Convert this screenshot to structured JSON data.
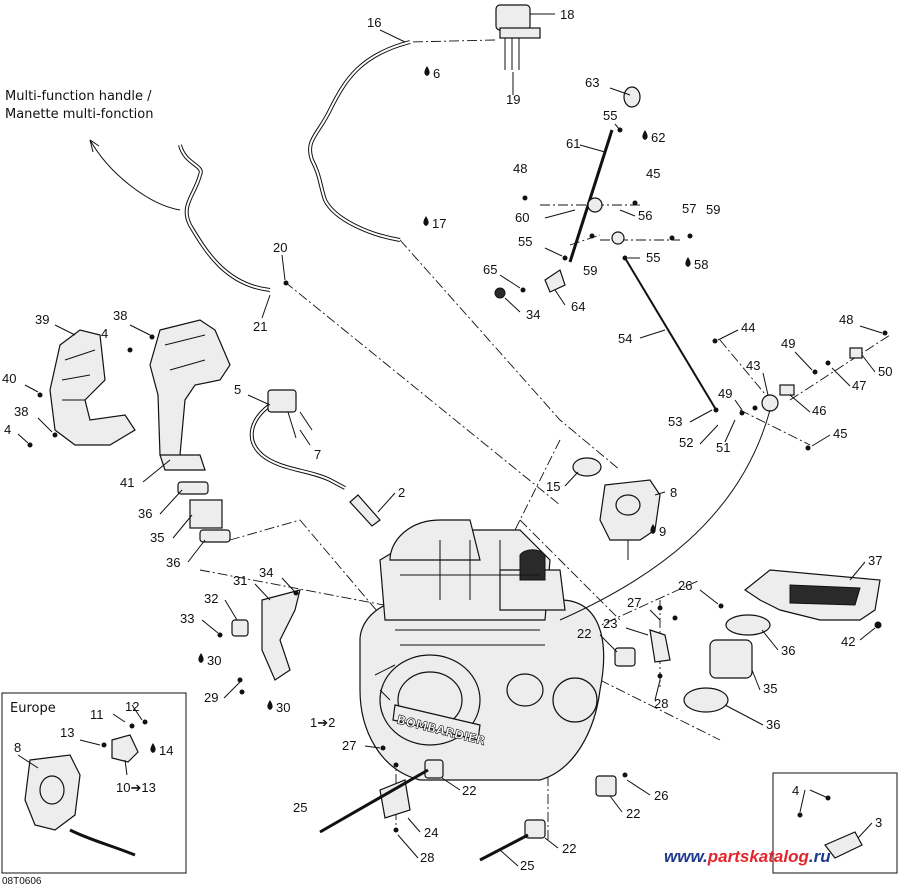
{
  "diagram": {
    "title_label_line1": "Multi-function handle /",
    "title_label_line2": "Manette multi-fonction",
    "inset_europe_title": "Europe",
    "drawing_code": "08T0606",
    "watermark_prefix": "www.",
    "watermark_brand": "partskatalog",
    "watermark_suffix": ".ru",
    "engine_brand": "BOMBARDIER",
    "callouts": [
      {
        "id": "c16",
        "text": "16"
      },
      {
        "id": "c18",
        "text": "18"
      },
      {
        "id": "c6",
        "text": "6"
      },
      {
        "id": "c19",
        "text": "19"
      },
      {
        "id": "c63",
        "text": "63"
      },
      {
        "id": "c55a",
        "text": "55"
      },
      {
        "id": "c62",
        "text": "62"
      },
      {
        "id": "c61",
        "text": "61"
      },
      {
        "id": "c48a",
        "text": "48"
      },
      {
        "id": "c45a",
        "text": "45"
      },
      {
        "id": "c60",
        "text": "60"
      },
      {
        "id": "c56",
        "text": "56"
      },
      {
        "id": "c57",
        "text": "57"
      },
      {
        "id": "c59a",
        "text": "59"
      },
      {
        "id": "c17",
        "text": "17"
      },
      {
        "id": "c55b",
        "text": "55"
      },
      {
        "id": "c59b",
        "text": "59"
      },
      {
        "id": "c55c",
        "text": "55"
      },
      {
        "id": "c58",
        "text": "58"
      },
      {
        "id": "c65",
        "text": "65"
      },
      {
        "id": "c64",
        "text": "64"
      },
      {
        "id": "c34a",
        "text": "34"
      },
      {
        "id": "c20",
        "text": "20"
      },
      {
        "id": "c21",
        "text": "21"
      },
      {
        "id": "c39",
        "text": "39"
      },
      {
        "id": "c38a",
        "text": "38"
      },
      {
        "id": "c4a",
        "text": "4"
      },
      {
        "id": "c40",
        "text": "40"
      },
      {
        "id": "c38b",
        "text": "38"
      },
      {
        "id": "c4b",
        "text": "4"
      },
      {
        "id": "c54",
        "text": "54"
      },
      {
        "id": "c44",
        "text": "44"
      },
      {
        "id": "c48b",
        "text": "48"
      },
      {
        "id": "c49a",
        "text": "49"
      },
      {
        "id": "c43",
        "text": "43"
      },
      {
        "id": "c50",
        "text": "50"
      },
      {
        "id": "c47",
        "text": "47"
      },
      {
        "id": "c49b",
        "text": "49"
      },
      {
        "id": "c53",
        "text": "53"
      },
      {
        "id": "c46",
        "text": "46"
      },
      {
        "id": "c52",
        "text": "52"
      },
      {
        "id": "c51",
        "text": "51"
      },
      {
        "id": "c45b",
        "text": "45"
      },
      {
        "id": "c5",
        "text": "5"
      },
      {
        "id": "c7",
        "text": "7"
      },
      {
        "id": "c15",
        "text": "15"
      },
      {
        "id": "c8a",
        "text": "8"
      },
      {
        "id": "c9",
        "text": "9"
      },
      {
        "id": "c41",
        "text": "41"
      },
      {
        "id": "c2",
        "text": "2"
      },
      {
        "id": "c36a",
        "text": "36"
      },
      {
        "id": "c35a",
        "text": "35"
      },
      {
        "id": "c36b",
        "text": "36"
      },
      {
        "id": "c37",
        "text": "37"
      },
      {
        "id": "c31",
        "text": "31"
      },
      {
        "id": "c34b",
        "text": "34"
      },
      {
        "id": "c32",
        "text": "32"
      },
      {
        "id": "c33",
        "text": "33"
      },
      {
        "id": "c26a",
        "text": "26"
      },
      {
        "id": "c27a",
        "text": "27"
      },
      {
        "id": "c42",
        "text": "42"
      },
      {
        "id": "c22a",
        "text": "22"
      },
      {
        "id": "c23",
        "text": "23"
      },
      {
        "id": "c36c",
        "text": "36"
      },
      {
        "id": "c30a",
        "text": "30"
      },
      {
        "id": "c28a",
        "text": "28"
      },
      {
        "id": "c29",
        "text": "29"
      },
      {
        "id": "c30b",
        "text": "30"
      },
      {
        "id": "c35b",
        "text": "35"
      },
      {
        "id": "c1to2",
        "text": "1➔2"
      },
      {
        "id": "c36d",
        "text": "36"
      },
      {
        "id": "c12",
        "text": "12"
      },
      {
        "id": "c11",
        "text": "11"
      },
      {
        "id": "c13",
        "text": "13"
      },
      {
        "id": "c8b",
        "text": "8"
      },
      {
        "id": "c14",
        "text": "14"
      },
      {
        "id": "c10to13",
        "text": "10➔13"
      },
      {
        "id": "c27b",
        "text": "27"
      },
      {
        "id": "c22b",
        "text": "22"
      },
      {
        "id": "c26b",
        "text": "26"
      },
      {
        "id": "c25a",
        "text": "25"
      },
      {
        "id": "c22c",
        "text": "22"
      },
      {
        "id": "c24",
        "text": "24"
      },
      {
        "id": "c28b",
        "text": "28"
      },
      {
        "id": "c22d",
        "text": "22"
      },
      {
        "id": "c25b",
        "text": "25"
      },
      {
        "id": "c4c",
        "text": "4"
      },
      {
        "id": "c3",
        "text": "3"
      }
    ],
    "colors": {
      "ink": "#111111",
      "part_fill": "#ededed",
      "watermark_red": "#e3262d",
      "watermark_blue": "#1e3a8a"
    }
  }
}
